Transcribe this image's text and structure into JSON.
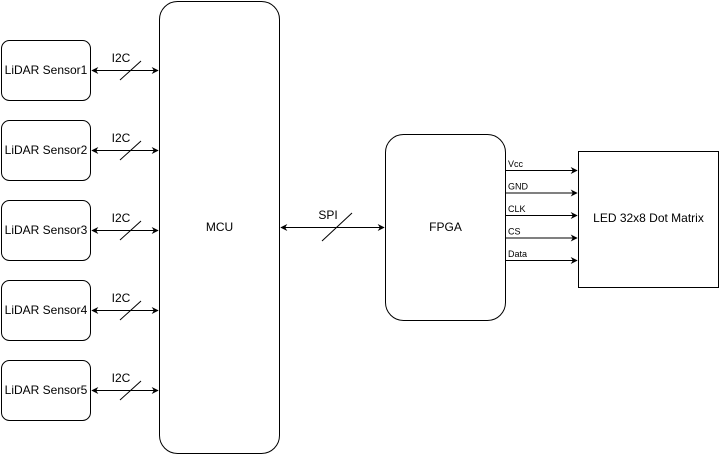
{
  "diagram": {
    "sensors": [
      {
        "label": "LiDAR Sensor1",
        "bus": "I2C"
      },
      {
        "label": "LiDAR Sensor2",
        "bus": "I2C"
      },
      {
        "label": "LiDAR Sensor3",
        "bus": "I2C"
      },
      {
        "label": "LiDAR Sensor4",
        "bus": "I2C"
      },
      {
        "label": "LiDAR Sensor5",
        "bus": "I2C"
      }
    ],
    "mcu": {
      "label": "MCU"
    },
    "mcu_fpga_link": {
      "label": "SPI"
    },
    "fpga": {
      "label": "FPGA"
    },
    "display": {
      "label": "LED 32x8 Dot Matrix"
    },
    "signals": [
      "Vcc",
      "GND",
      "CLK",
      "CS",
      "Data"
    ]
  }
}
